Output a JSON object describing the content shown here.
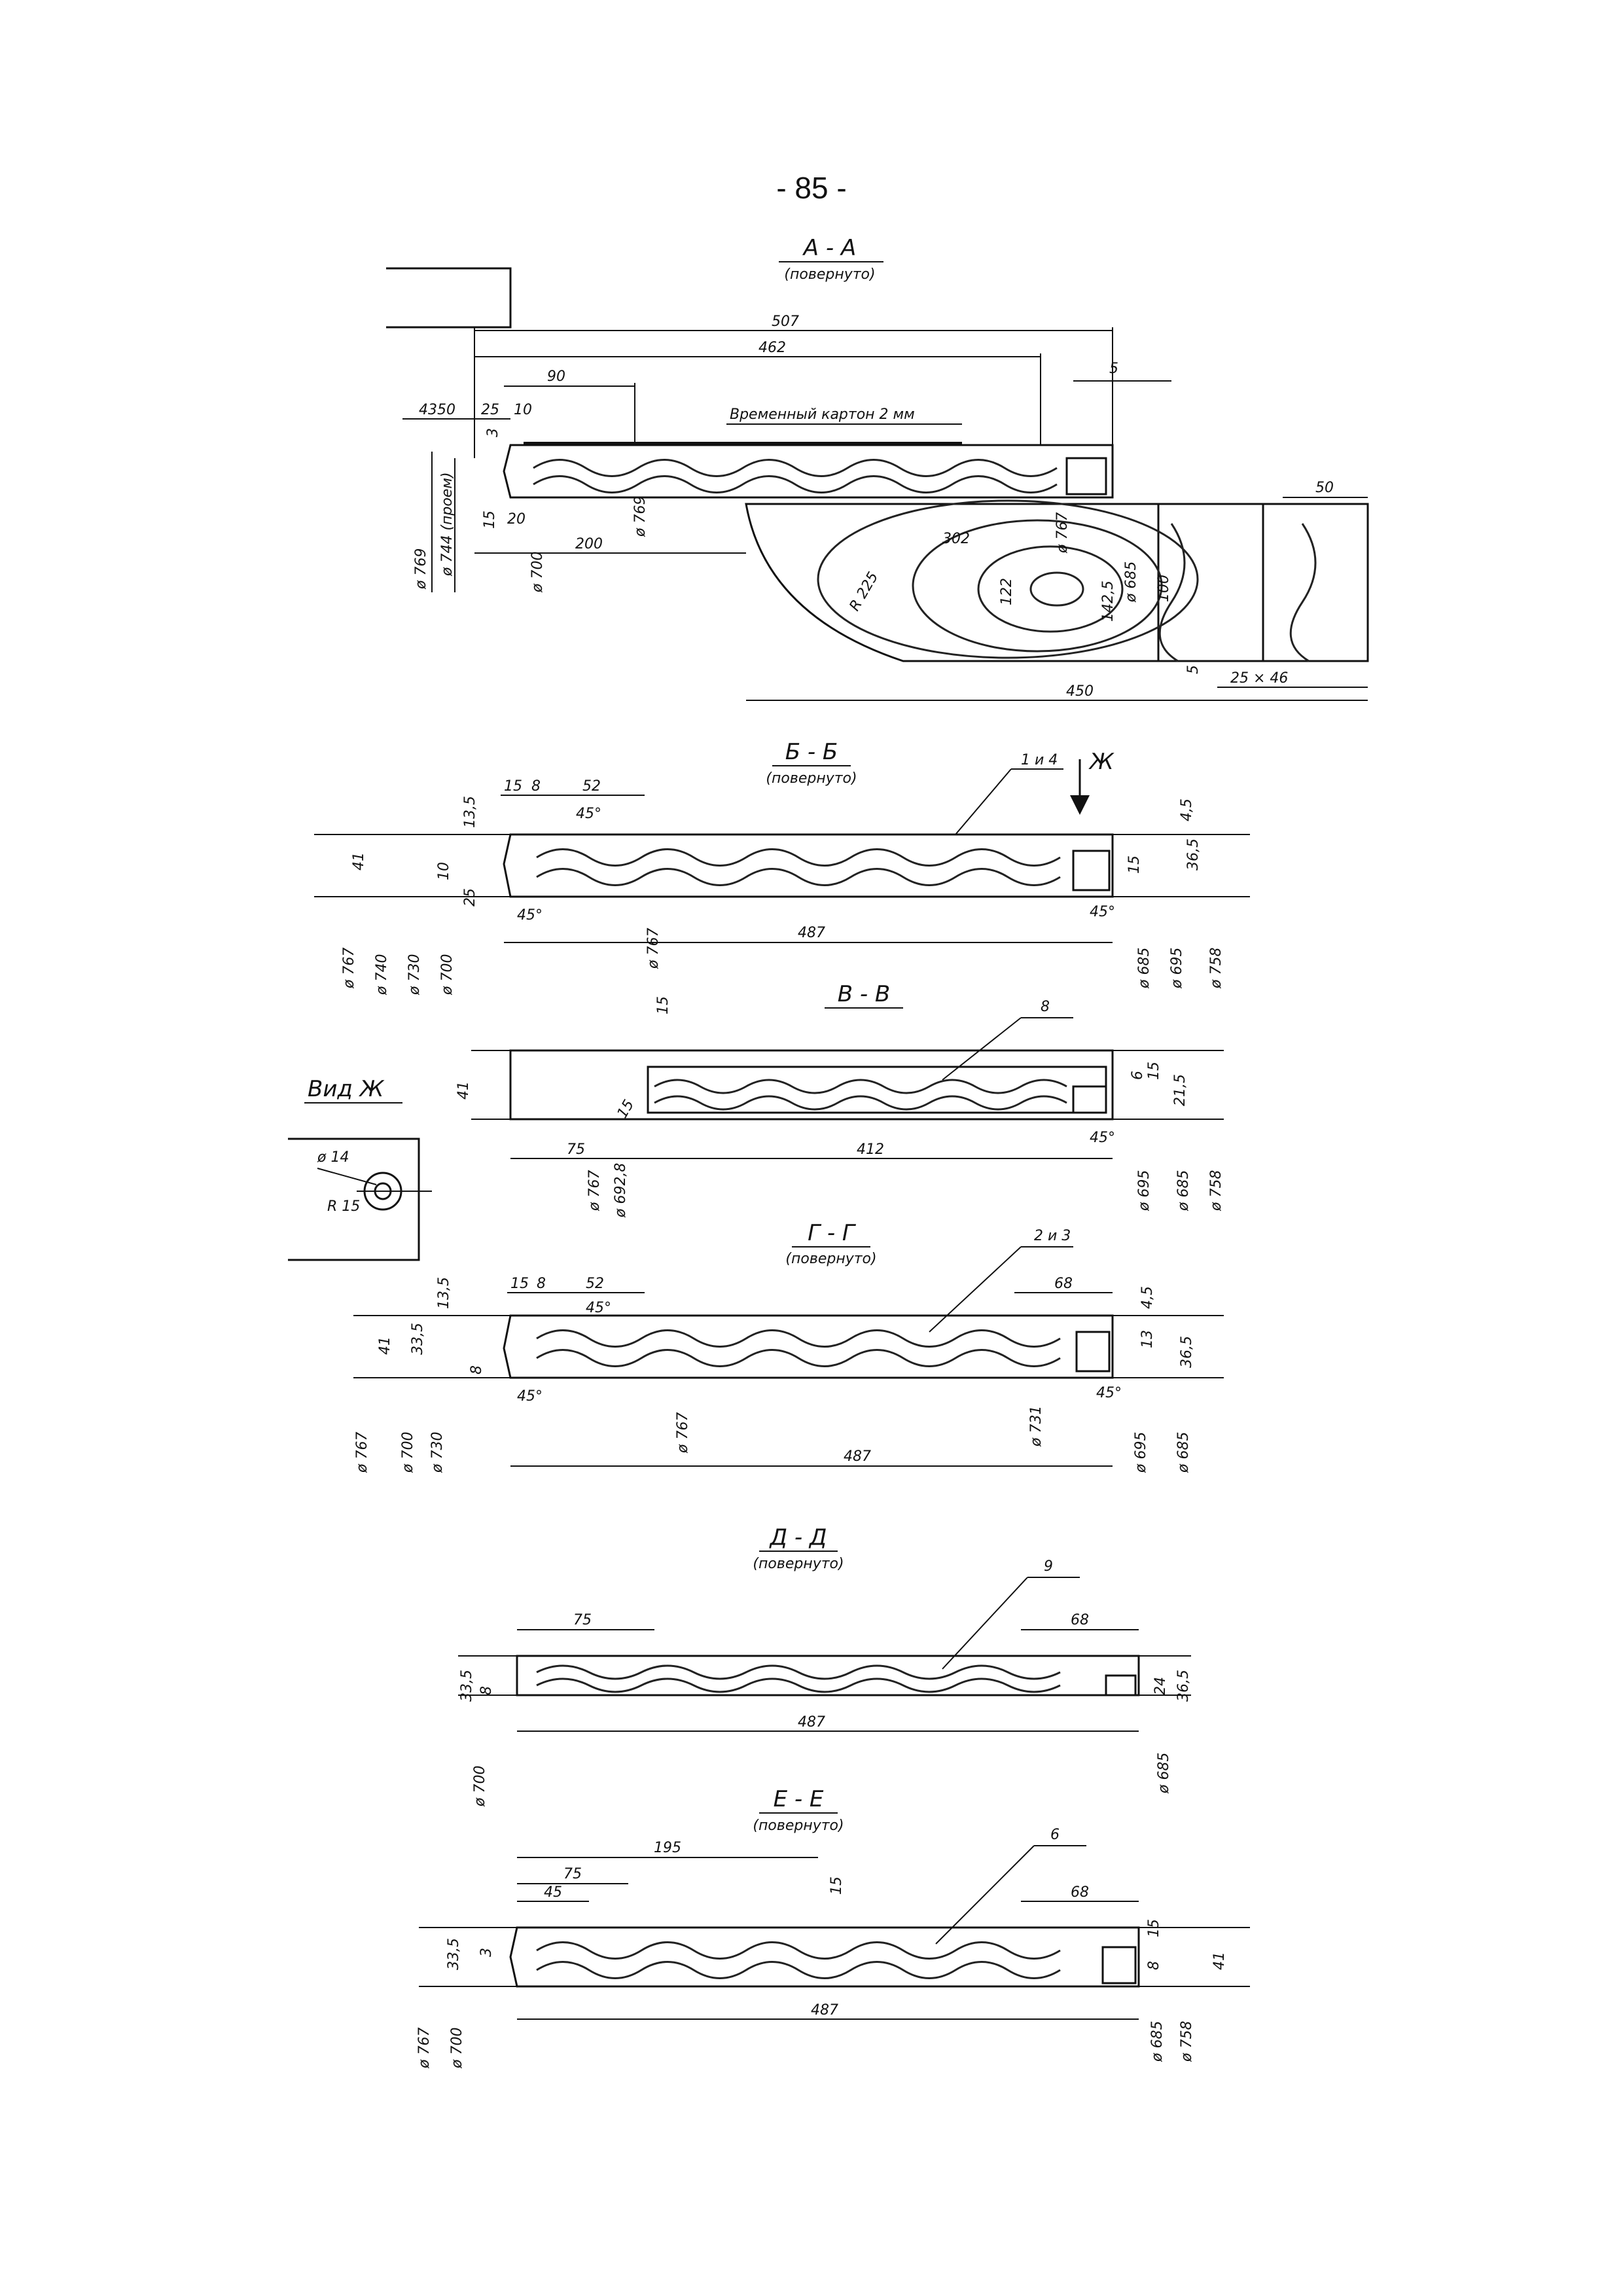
{
  "page": {
    "number": "- 85 -"
  },
  "view_zh": {
    "title": "Вид Ж",
    "dims": [
      "ø 14",
      "R 15"
    ]
  },
  "sections": {
    "aa": {
      "title": "А - А",
      "subtitle": "(повернуто)",
      "note": "Временный картон 2 мм",
      "dims": [
        "507",
        "462",
        "90",
        "5",
        "4350",
        "25",
        "10",
        "3",
        "15",
        "20",
        "200",
        "ø 769",
        "ø 744 (проем)",
        "ø 769",
        "ø 700",
        "302",
        "R 225",
        "ø 767",
        "122",
        "142,5",
        "ø 685",
        "100",
        "50",
        "5",
        "25 × 46",
        "450"
      ]
    },
    "bb": {
      "title": "Б - Б",
      "subtitle": "(повернуто)",
      "leader": "1 и 4",
      "view_mark": "Ж",
      "dims": [
        "15",
        "8",
        "52",
        "45°",
        "13,5",
        "41",
        "10",
        "25",
        "45°",
        "ø 767",
        "487",
        "45°",
        "4,5",
        "15",
        "36,5",
        "ø 767",
        "ø 740",
        "ø 730",
        "ø 700",
        "ø 685",
        "ø 695",
        "ø 758"
      ]
    },
    "vv": {
      "title": "В - В",
      "leader": "8",
      "dims": [
        "15",
        "41",
        "15",
        "75",
        "412",
        "45°",
        "6",
        "15",
        "21,5",
        "ø 767",
        "ø 692,8",
        "ø 695",
        "ø 685",
        "ø 758"
      ]
    },
    "gg": {
      "title": "Г - Г",
      "subtitle": "(повернуто)",
      "leader": "2 и 3",
      "dims": [
        "15",
        "8",
        "52",
        "45°",
        "68",
        "4,5",
        "13,5",
        "33,5",
        "41",
        "8",
        "45°",
        "45°",
        "13",
        "36,5",
        "487",
        "ø 767",
        "ø 700",
        "ø 730",
        "ø 767",
        "ø 731",
        "ø 695",
        "ø 685"
      ]
    },
    "dd": {
      "title": "Д - Д",
      "subtitle": "(повернуто)",
      "leader": "9",
      "dims": [
        "75",
        "68",
        "33,5",
        "8",
        "24",
        "36,5",
        "487",
        "ø 700",
        "ø 685"
      ]
    },
    "ee": {
      "title": "Е - Е",
      "subtitle": "(повернуто)",
      "leader": "6",
      "dims": [
        "195",
        "75",
        "45",
        "15",
        "68",
        "33,5",
        "3",
        "15",
        "8",
        "41",
        "487",
        "ø 767",
        "ø 700",
        "ø 685",
        "ø 758"
      ]
    }
  }
}
